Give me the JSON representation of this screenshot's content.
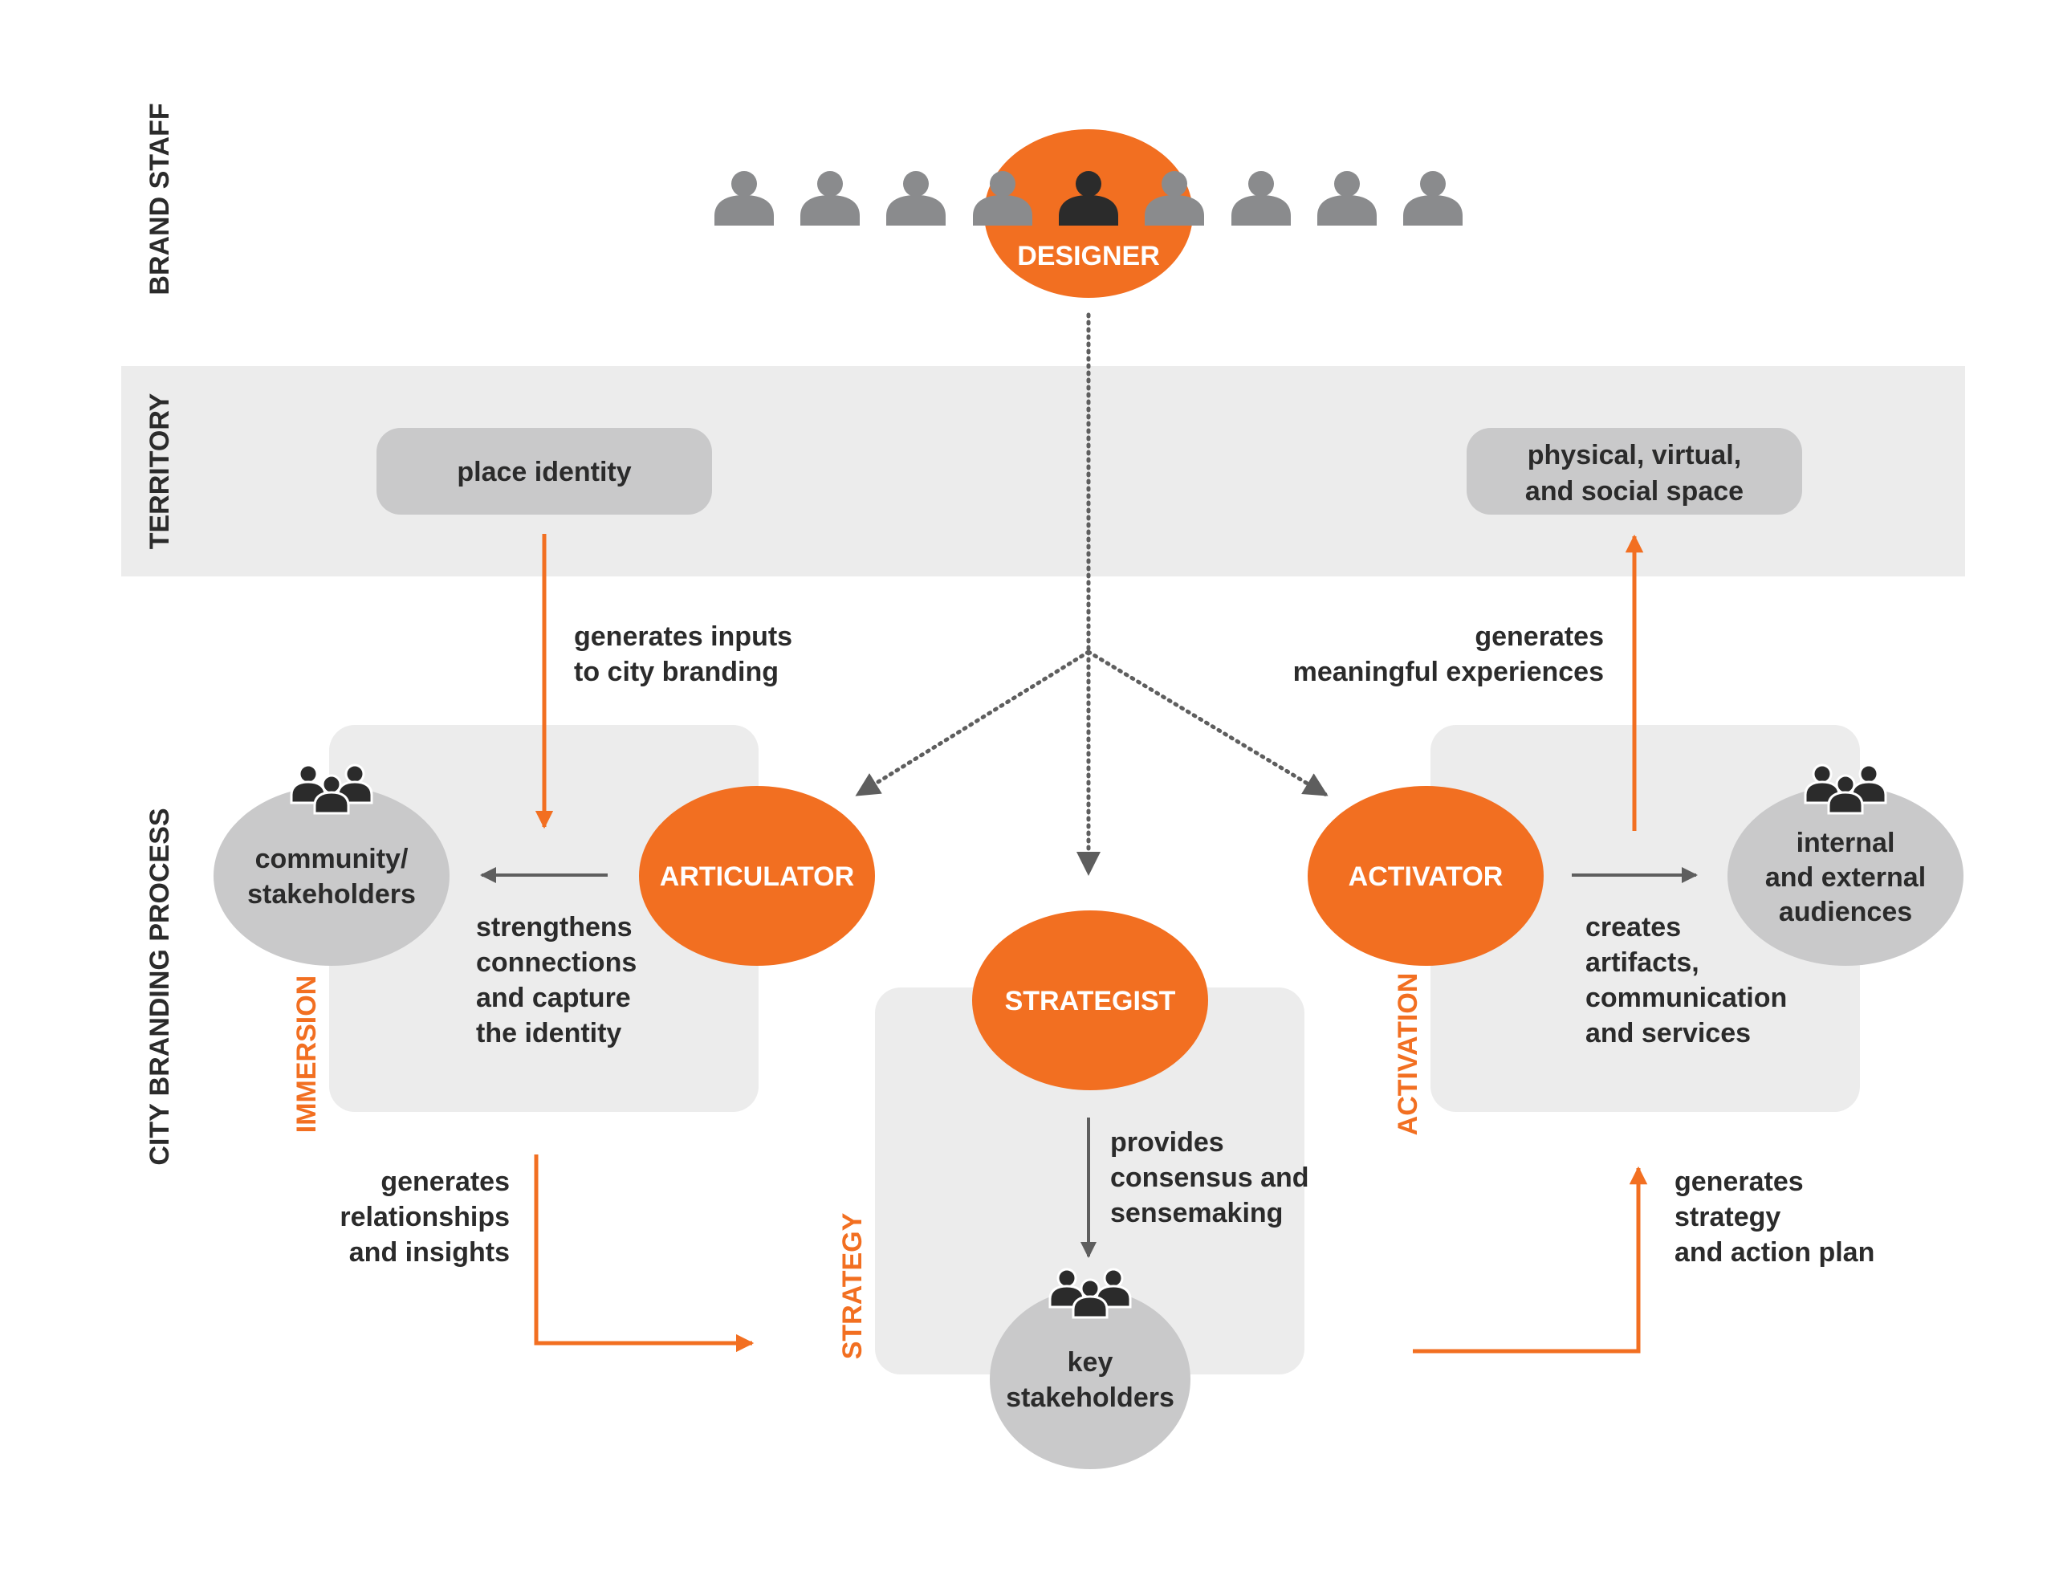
{
  "colors": {
    "orange": "#f26f21",
    "grey_bubble": "#c9c9ca",
    "panel": "#ececec",
    "person_grey": "#8a8b8d",
    "person_dark": "#2b2b2b",
    "text_dark": "#2b2b2b"
  },
  "side_labels": {
    "brand_staff": "BRAND STAFF",
    "territory": "TERRITORY",
    "process": "CITY BRANDING PROCESS"
  },
  "designer": {
    "label": "DESIGNER",
    "staff_icon": "person-icon",
    "staff_count": 9,
    "highlighted_index": 4
  },
  "territory": {
    "place_identity": "place identity",
    "space_line1": "physical, virtual,",
    "space_line2": "and social space"
  },
  "phases": {
    "immersion": "IMMERSION",
    "strategy": "STRATEGY",
    "activation": "ACTIVATION"
  },
  "roles": {
    "articulator": "ARTICULATOR",
    "strategist": "STRATEGIST",
    "activator": "ACTIVATOR"
  },
  "groups": {
    "icon": "group-people-icon",
    "community_line1": "community/",
    "community_line2": "stakeholders",
    "key_line1": "key",
    "key_line2": "stakeholders",
    "audiences_line1": "internal",
    "audiences_line2": "and external",
    "audiences_line3": "audiences"
  },
  "labels": {
    "inputs_line1": "generates inputs",
    "inputs_line2": "to city branding",
    "experiences_line1": "generates",
    "experiences_line2": "meaningful experiences",
    "strengthens_line1": "strengthens",
    "strengthens_line2": "connections",
    "strengthens_line3": "and capture",
    "strengthens_line4": "the identity",
    "creates_line1": "creates",
    "creates_line2": "artifacts,",
    "creates_line3": "communication",
    "creates_line4": "and services",
    "relationships_line1": "generates",
    "relationships_line2": "relationships",
    "relationships_line3": "and insights",
    "consensus_line1": "provides",
    "consensus_line2": "consensus and",
    "consensus_line3": "sensemaking",
    "plan_line1": "generates",
    "plan_line2": "strategy",
    "plan_line3": "and action plan"
  }
}
